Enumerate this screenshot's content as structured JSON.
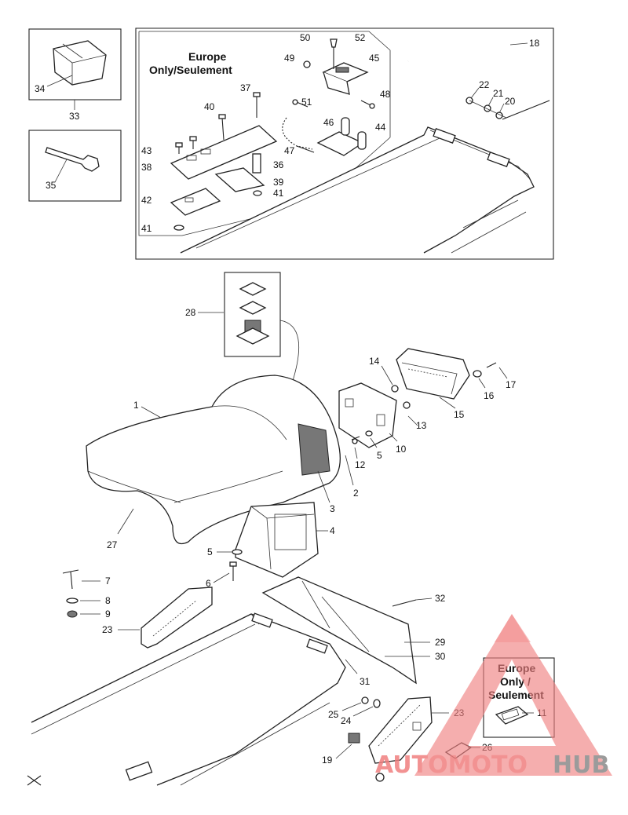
{
  "notes": {
    "europe_top": [
      "Europe",
      "Only/Seulement"
    ],
    "europe_bottom": [
      "Europe",
      "Only /",
      "Seulement"
    ]
  },
  "callouts": [
    {
      "id": "c50",
      "text": "50"
    },
    {
      "id": "c52",
      "text": "52"
    },
    {
      "id": "c49",
      "text": "49"
    },
    {
      "id": "c45",
      "text": "45"
    },
    {
      "id": "c37",
      "text": "37"
    },
    {
      "id": "c40",
      "text": "40"
    },
    {
      "id": "c51",
      "text": "51"
    },
    {
      "id": "c48",
      "text": "48"
    },
    {
      "id": "c46",
      "text": "46"
    },
    {
      "id": "c44",
      "text": "44"
    },
    {
      "id": "c47",
      "text": "47"
    },
    {
      "id": "c43",
      "text": "43"
    },
    {
      "id": "c38",
      "text": "38"
    },
    {
      "id": "c36",
      "text": "36"
    },
    {
      "id": "c39",
      "text": "39"
    },
    {
      "id": "c41a",
      "text": "41"
    },
    {
      "id": "c42",
      "text": "42"
    },
    {
      "id": "c41b",
      "text": "41"
    },
    {
      "id": "c34",
      "text": "34"
    },
    {
      "id": "c33",
      "text": "33"
    },
    {
      "id": "c35",
      "text": "35"
    },
    {
      "id": "c18",
      "text": "18"
    },
    {
      "id": "c22",
      "text": "22"
    },
    {
      "id": "c21",
      "text": "21"
    },
    {
      "id": "c20",
      "text": "20"
    },
    {
      "id": "c28",
      "text": "28"
    },
    {
      "id": "c14",
      "text": "14"
    },
    {
      "id": "c17",
      "text": "17"
    },
    {
      "id": "c16",
      "text": "16"
    },
    {
      "id": "c15",
      "text": "15"
    },
    {
      "id": "c13",
      "text": "13"
    },
    {
      "id": "c10",
      "text": "10"
    },
    {
      "id": "c5a",
      "text": "5"
    },
    {
      "id": "c12",
      "text": "12"
    },
    {
      "id": "c1",
      "text": "1"
    },
    {
      "id": "c2",
      "text": "2"
    },
    {
      "id": "c3",
      "text": "3"
    },
    {
      "id": "c4",
      "text": "4"
    },
    {
      "id": "c5b",
      "text": "5"
    },
    {
      "id": "c6",
      "text": "6"
    },
    {
      "id": "c27",
      "text": "27"
    },
    {
      "id": "c7",
      "text": "7"
    },
    {
      "id": "c8",
      "text": "8"
    },
    {
      "id": "c9",
      "text": "9"
    },
    {
      "id": "c23a",
      "text": "23"
    },
    {
      "id": "c32",
      "text": "32"
    },
    {
      "id": "c29",
      "text": "29"
    },
    {
      "id": "c30",
      "text": "30"
    },
    {
      "id": "c31",
      "text": "31"
    },
    {
      "id": "c25",
      "text": "25"
    },
    {
      "id": "c24",
      "text": "24"
    },
    {
      "id": "c23b",
      "text": "23"
    },
    {
      "id": "c11",
      "text": "11"
    },
    {
      "id": "c26",
      "text": "26"
    },
    {
      "id": "c19",
      "text": "19"
    }
  ],
  "watermark": {
    "part1": "AUTOMOTO",
    "part2": "HUB",
    "color1": "#f08080",
    "color2": "#8a8a8a"
  },
  "colors": {
    "line": "#222222",
    "background": "#ffffff"
  }
}
